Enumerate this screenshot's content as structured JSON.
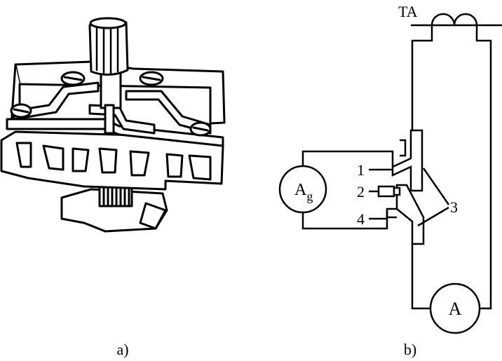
{
  "panel_a": {
    "caption": "a)"
  },
  "panel_b": {
    "caption": "b)",
    "transformer_label": "TA",
    "ammeter_label": "A",
    "galvanometer_label": "A",
    "galvanometer_subscript": "g",
    "labels": [
      "1",
      "2",
      "3",
      "4"
    ]
  },
  "colors": {
    "line": "#000000",
    "background": "#ffffff"
  }
}
